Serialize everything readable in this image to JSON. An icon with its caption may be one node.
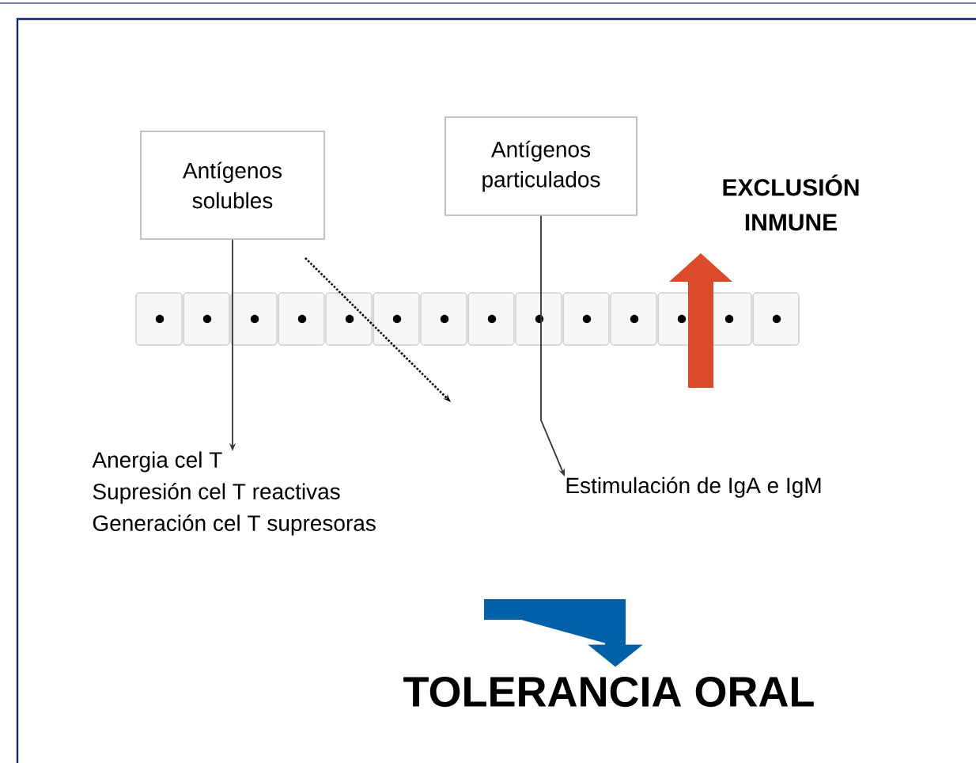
{
  "diagram": {
    "nodes": [
      {
        "text": [
          "Antígenos solubles"
        ]
      },
      {
        "text": [
          "Antígenos particulados"
        ]
      },
      {
        "text": [
          "EXCLUSIÓN INMUNE"
        ]
      },
      {
        "text": [
          "Anergia cel T",
          "Supresión cel T reactivas",
          "Generación cel T supresoras"
        ]
      },
      {
        "text": [
          "Estimulación de IgA e IgM"
        ]
      },
      {
        "text": [
          "TOLERANCIA ORAL"
        ]
      }
    ],
    "edges": [
      {
        "from": 0,
        "to": 3,
        "arrow": "to"
      },
      {
        "from": 1,
        "to": 4,
        "arrow": "to"
      },
      {
        "from": null,
        "to": 5,
        "arrow": "to",
        "style": "thick",
        "color": "#0060a8"
      }
    ]
  }
}
